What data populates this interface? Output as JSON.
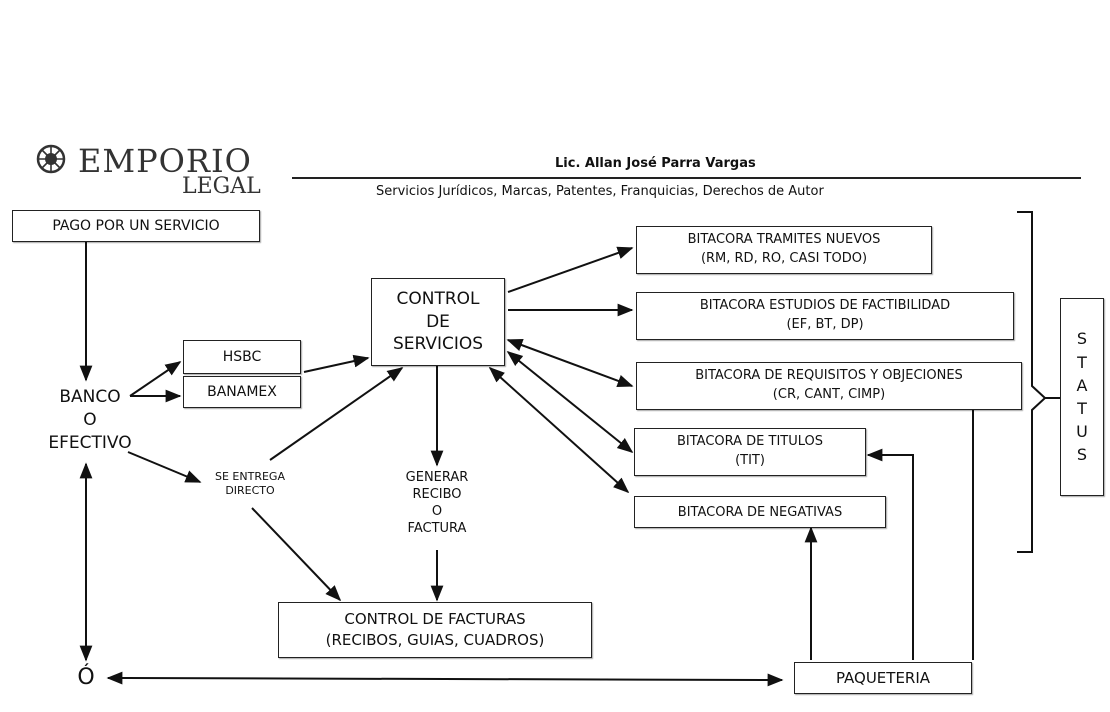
{
  "brand": {
    "name": "EMPORIO",
    "sub": "LEGAL",
    "icon": "emblem-icon"
  },
  "header": {
    "name": "Lic. Allan José Parra Vargas",
    "services": "Servicios Jurídicos, Marcas, Patentes, Franquicias, Derechos de Autor"
  },
  "nodes": {
    "pago": "PAGO POR UN  SERVICIO",
    "hsbc": "HSBC",
    "banamex": "BANAMEX",
    "banco": [
      "BANCO",
      "O",
      "EFECTIVO"
    ],
    "se_entrega": [
      "SE ENTREGA",
      "DIRECTO"
    ],
    "control_servicios": [
      "CONTROL",
      "DE",
      "SERVICIOS"
    ],
    "generar": [
      "GENERAR",
      "RECIBO",
      "O",
      "FACTURA"
    ],
    "control_facturas": [
      "CONTROL DE FACTURAS",
      "(RECIBOS, GUIAS, CUADROS)"
    ],
    "o_symbol": "Ó",
    "paqueteria": "PAQUETERIA",
    "bit_nuevos": [
      "BITACORA TRAMITES NUEVOS",
      "(RM, RD, RO, CASI TODO)"
    ],
    "bit_estudios": [
      "BITACORA ESTUDIOS DE FACTIBILIDAD",
      "(EF, BT, DP)"
    ],
    "bit_requisitos": [
      "BITACORA DE REQUISITOS Y OBJECIONES",
      "(CR, CANT, CIMP)"
    ],
    "bit_titulos": [
      "BITACORA DE TITULOS",
      "(TIT)"
    ],
    "bit_negativas": "BITACORA DE NEGATIVAS",
    "status": [
      "S",
      "T",
      "A",
      "T",
      "U",
      "S"
    ]
  }
}
